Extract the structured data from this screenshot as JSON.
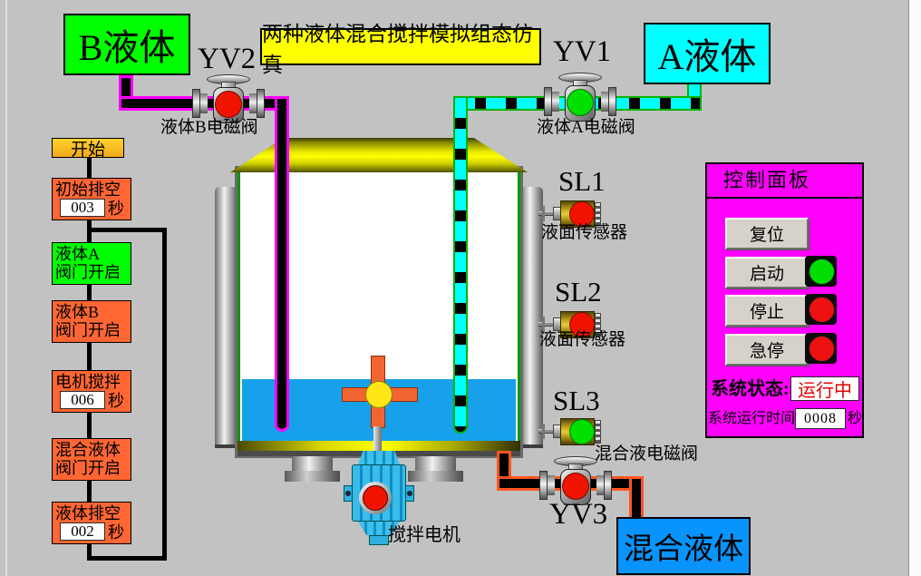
{
  "header": {
    "title": "两种液体混合搅拌模拟组态仿真",
    "bg": "#FFFF00"
  },
  "sources": {
    "liquid_b": {
      "label": "B液体",
      "color": "#00FF00"
    },
    "liquid_a": {
      "label": "A液体",
      "color": "#00FFFF"
    },
    "mixed": {
      "label": "混合液体",
      "color": "#0894FC"
    }
  },
  "valves": {
    "yv2": {
      "tag": "YV2",
      "label": "液体B电磁阀",
      "state_color": "#F01400"
    },
    "yv1": {
      "tag": "YV1",
      "label": "液体A电磁阀",
      "state_color": "#00E000"
    },
    "yv3": {
      "tag": "YV3",
      "label": "混合液电磁阀",
      "state_color": "#F01400"
    }
  },
  "sensors": {
    "sl1": {
      "tag": "SL1",
      "label": "液面传感器",
      "state_color": "#F01400"
    },
    "sl2": {
      "tag": "SL2",
      "label": "液面传感器",
      "state_color": "#F01400"
    },
    "sl3": {
      "tag": "SL3",
      "state_color": "#00E000"
    }
  },
  "motor": {
    "label": "搅拌电机"
  },
  "tank": {
    "liquid_color": "#16A1EA"
  },
  "flowchart": {
    "start_label": "开始",
    "steps": [
      {
        "line1": "初始排空",
        "value": "003",
        "unit": "秒",
        "bg": "#FF6633"
      },
      {
        "line1": "液体A",
        "line2": "阀门开启",
        "bg": "#00FF00"
      },
      {
        "line1": "液体B",
        "line2": "阀门开启",
        "bg": "#FF6633"
      },
      {
        "line1": "电机搅拌",
        "value": "006",
        "unit": "秒",
        "bg": "#FF6633"
      },
      {
        "line1": "混合液体",
        "line2": "阀门开启",
        "bg": "#FF6633"
      },
      {
        "line1": "液体排空",
        "value": "002",
        "unit": "秒",
        "bg": "#FF6633"
      }
    ]
  },
  "control_panel": {
    "title": "控制面板",
    "panel_color": "#FF00FF",
    "buttons": [
      {
        "label": "复位"
      },
      {
        "label": "启动",
        "lamp_color": "#00DD00"
      },
      {
        "label": "停止",
        "lamp_color": "#EE1111"
      },
      {
        "label": "急停",
        "lamp_color": "#EE1111"
      }
    ],
    "status": {
      "label": "系统状态:",
      "value": "运行中",
      "value_color": "#E00000"
    },
    "runtime": {
      "label": "系统运行时间",
      "value": "0008",
      "unit": "秒"
    }
  }
}
